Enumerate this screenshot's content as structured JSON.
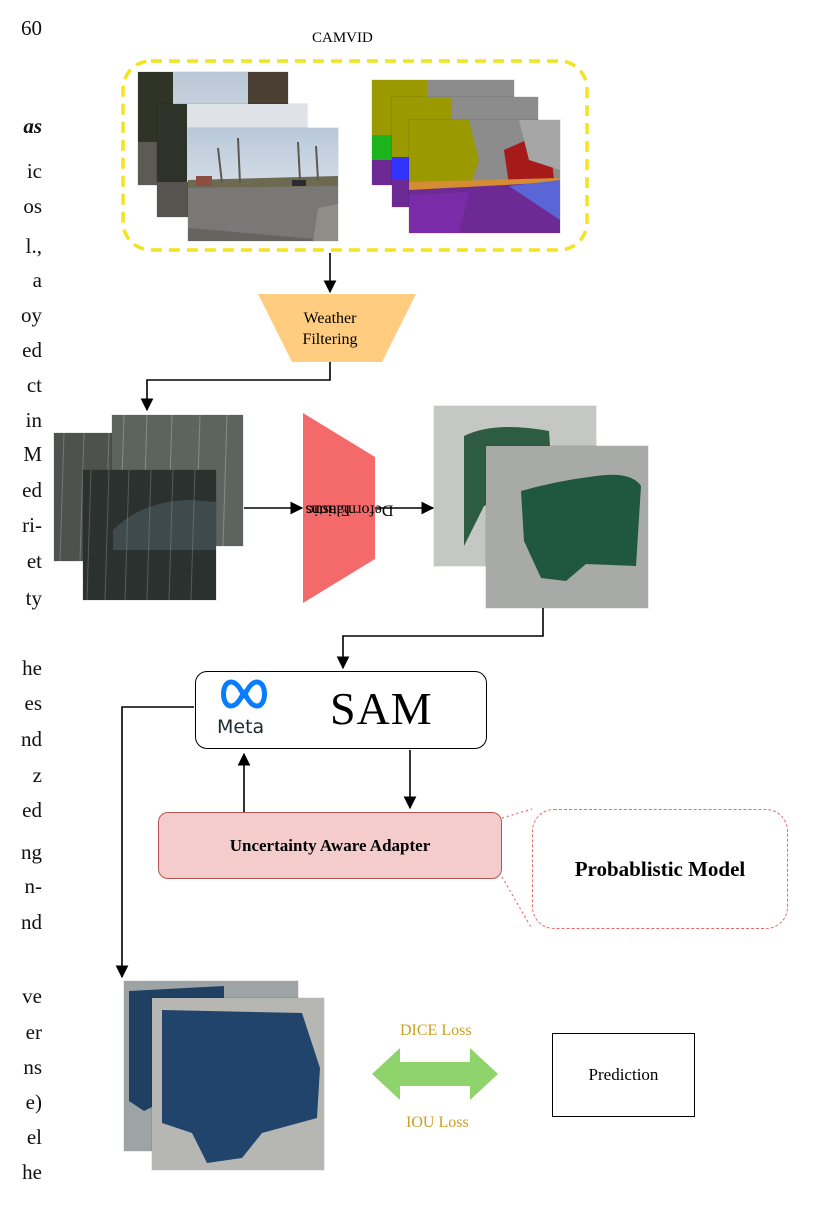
{
  "left_column_fragments": [
    "60",
    "as",
    "ic",
    "os",
    "l.,",
    "a",
    "oy",
    "ed",
    "ct",
    "in",
    "M",
    "ed",
    "ri-",
    "et",
    "ty",
    "he",
    "es",
    "nd",
    "z",
    "ed",
    "ng",
    "n-",
    "nd",
    "ve",
    "er",
    "ns",
    "e)",
    "el",
    "he"
  ],
  "dataset": {
    "title": "CAMVID"
  },
  "weather_filter": {
    "line1": "Weather",
    "line2": "Filtering"
  },
  "elastic": {
    "line1": "Elastic",
    "line2": "Deformations"
  },
  "sam": {
    "label": "SAM",
    "brand": "Meta"
  },
  "adapter": {
    "label": "Uncertainty Aware Adapter"
  },
  "prob_model": {
    "label": "Probablistic Model"
  },
  "losses": {
    "dice": "DICE Loss",
    "iou": "IOU Loss"
  },
  "prediction": {
    "label": "Prediction"
  },
  "colors": {
    "dataset_border": "#f2e41f",
    "weather_fill": "#ffcc80",
    "elastic_fill": "#f46a6a",
    "adapter_fill": "#f5cccc",
    "adapter_border": "#b85450",
    "prob_border": "#ea6b66",
    "loss_arrow": "#8fd36c",
    "loss_text": "#c99f1f",
    "meta_blue": "#0a7cff"
  }
}
